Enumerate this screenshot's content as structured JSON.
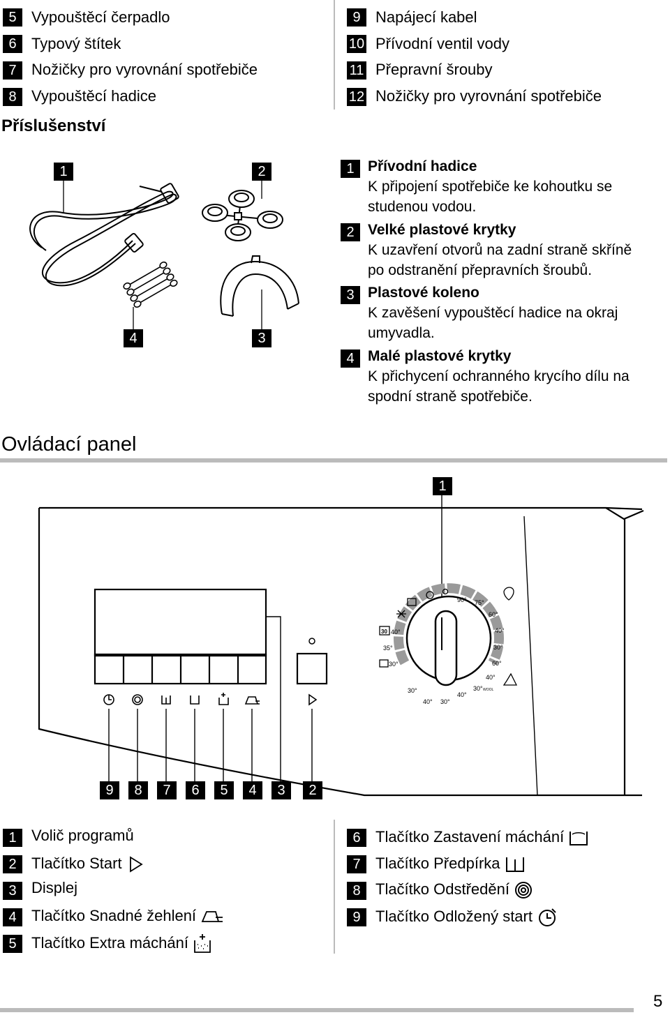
{
  "parts_top": {
    "left": [
      {
        "n": "5",
        "label": "Vypouštěcí čerpadlo"
      },
      {
        "n": "6",
        "label": "Typový štítek"
      },
      {
        "n": "7",
        "label": "Nožičky pro vyrovnání spotřebiče"
      },
      {
        "n": "8",
        "label": "Vypouštěcí hadice"
      }
    ],
    "right": [
      {
        "n": "9",
        "label": "Napájecí kabel"
      },
      {
        "n": "10",
        "label": "Přívodní ventil vody"
      },
      {
        "n": "11",
        "label": "Přepravní šrouby"
      },
      {
        "n": "12",
        "label": "Nožičky pro vyrovnání spotřebiče"
      }
    ]
  },
  "accessories": {
    "heading": "Příslušenství",
    "figure_callouts": [
      "1",
      "2",
      "4",
      "3"
    ],
    "items": [
      {
        "n": "1",
        "title": "Přívodní hadice",
        "desc1": "K připojení spotřebiče ke kohoutku se",
        "desc2": "studenou vodou."
      },
      {
        "n": "2",
        "title": "Velké plastové krytky",
        "desc1": "K uzavření otvorů na zadní straně skříně",
        "desc2": "po odstranění přepravních šroubů."
      },
      {
        "n": "3",
        "title": "Plastové koleno",
        "desc1": "K zavěšení vypouštěcí hadice na okraj",
        "desc2": "umyvadla."
      },
      {
        "n": "4",
        "title": "Malé plastové krytky",
        "desc1": "K přichycení ochranného krycího dílu na",
        "desc2": "spodní straně spotřebiče."
      }
    ]
  },
  "control_panel": {
    "heading": "Ovládací panel",
    "top_callout": "1",
    "bottom_callouts": [
      "9",
      "8",
      "7",
      "6",
      "5",
      "4",
      "3",
      "2"
    ],
    "dial_labels": {
      "t90": "90°",
      "t75": "75°",
      "t60a": "60°",
      "t40a": "40°",
      "t30a": "30°",
      "t60b": "60°",
      "t40b": "40°",
      "t30b": "30°",
      "t40c": "40°",
      "t30c": "30°",
      "t40d": "40°",
      "t30d": "30°",
      "t30e": "30°",
      "t35": "35°",
      "t40e": "40°",
      "mini": "30",
      "wool": "WOOL"
    }
  },
  "legend": {
    "left": [
      {
        "n": "1",
        "label": "Volič programů",
        "icon": "none"
      },
      {
        "n": "2",
        "label": "Tlačítko Start",
        "icon": "play-icon"
      },
      {
        "n": "3",
        "label": "Displej",
        "icon": "none"
      },
      {
        "n": "4",
        "label": "Tlačítko Snadné žehlení",
        "icon": "iron-icon"
      },
      {
        "n": "5",
        "label": "Tlačítko Extra máchání",
        "icon": "extra-rinse-icon"
      }
    ],
    "right": [
      {
        "n": "6",
        "label": "Tlačítko Zastavení máchání",
        "icon": "rinse-hold-icon"
      },
      {
        "n": "7",
        "label": "Tlačítko Předpírka",
        "icon": "prewash-icon"
      },
      {
        "n": "8",
        "label": "Tlačítko Odstředění",
        "icon": "spin-icon"
      },
      {
        "n": "9",
        "label": "Tlačítko Odložený start",
        "icon": "delay-start-icon"
      }
    ]
  },
  "footer": {
    "page_number": "5"
  }
}
